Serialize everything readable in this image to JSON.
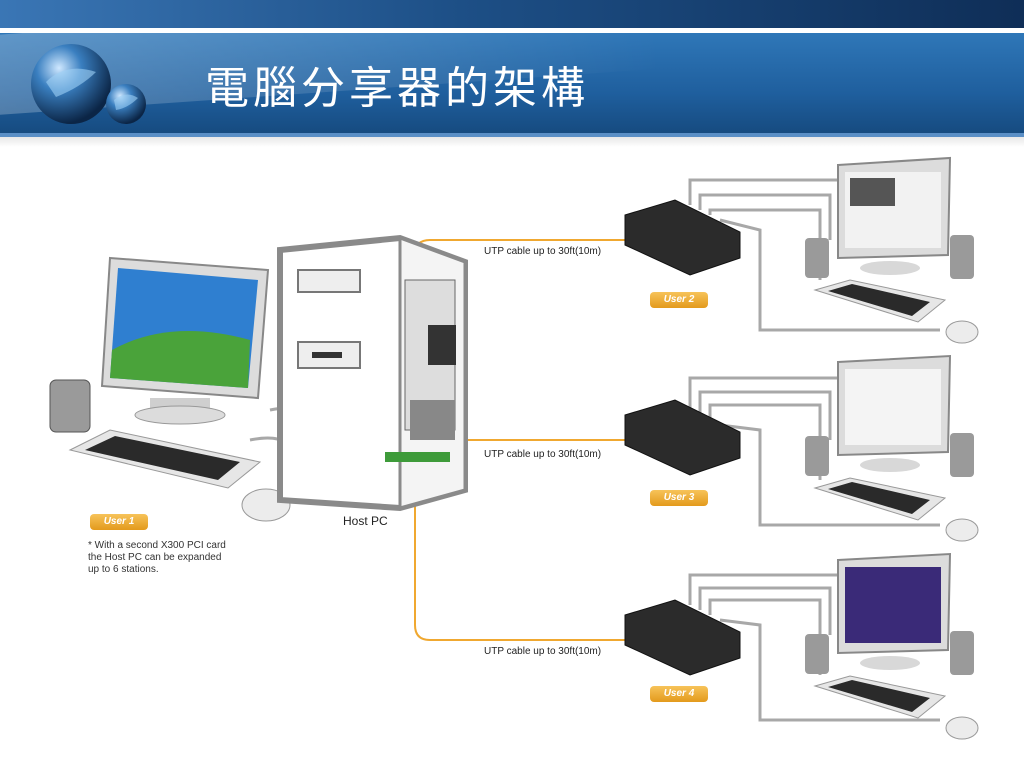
{
  "slide": {
    "title": "電腦分享器的架構"
  },
  "diagram": {
    "host_label": "Host PC",
    "users": [
      {
        "label": "User 1"
      },
      {
        "label": "User 2"
      },
      {
        "label": "User 3"
      },
      {
        "label": "User 4"
      }
    ],
    "cables": [
      {
        "label": "UTP cable up to 30ft(10m)"
      },
      {
        "label": "UTP cable up to 30ft(10m)"
      },
      {
        "label": "UTP cable up to 30ft(10m)"
      }
    ],
    "note_lines": [
      "* With a second X300 PCI card",
      "the Host PC can be expanded",
      "up to 6 stations."
    ],
    "colors": {
      "cable": "#f0a830",
      "badge": "#e9a52a",
      "header": "#1f5f9e"
    }
  }
}
